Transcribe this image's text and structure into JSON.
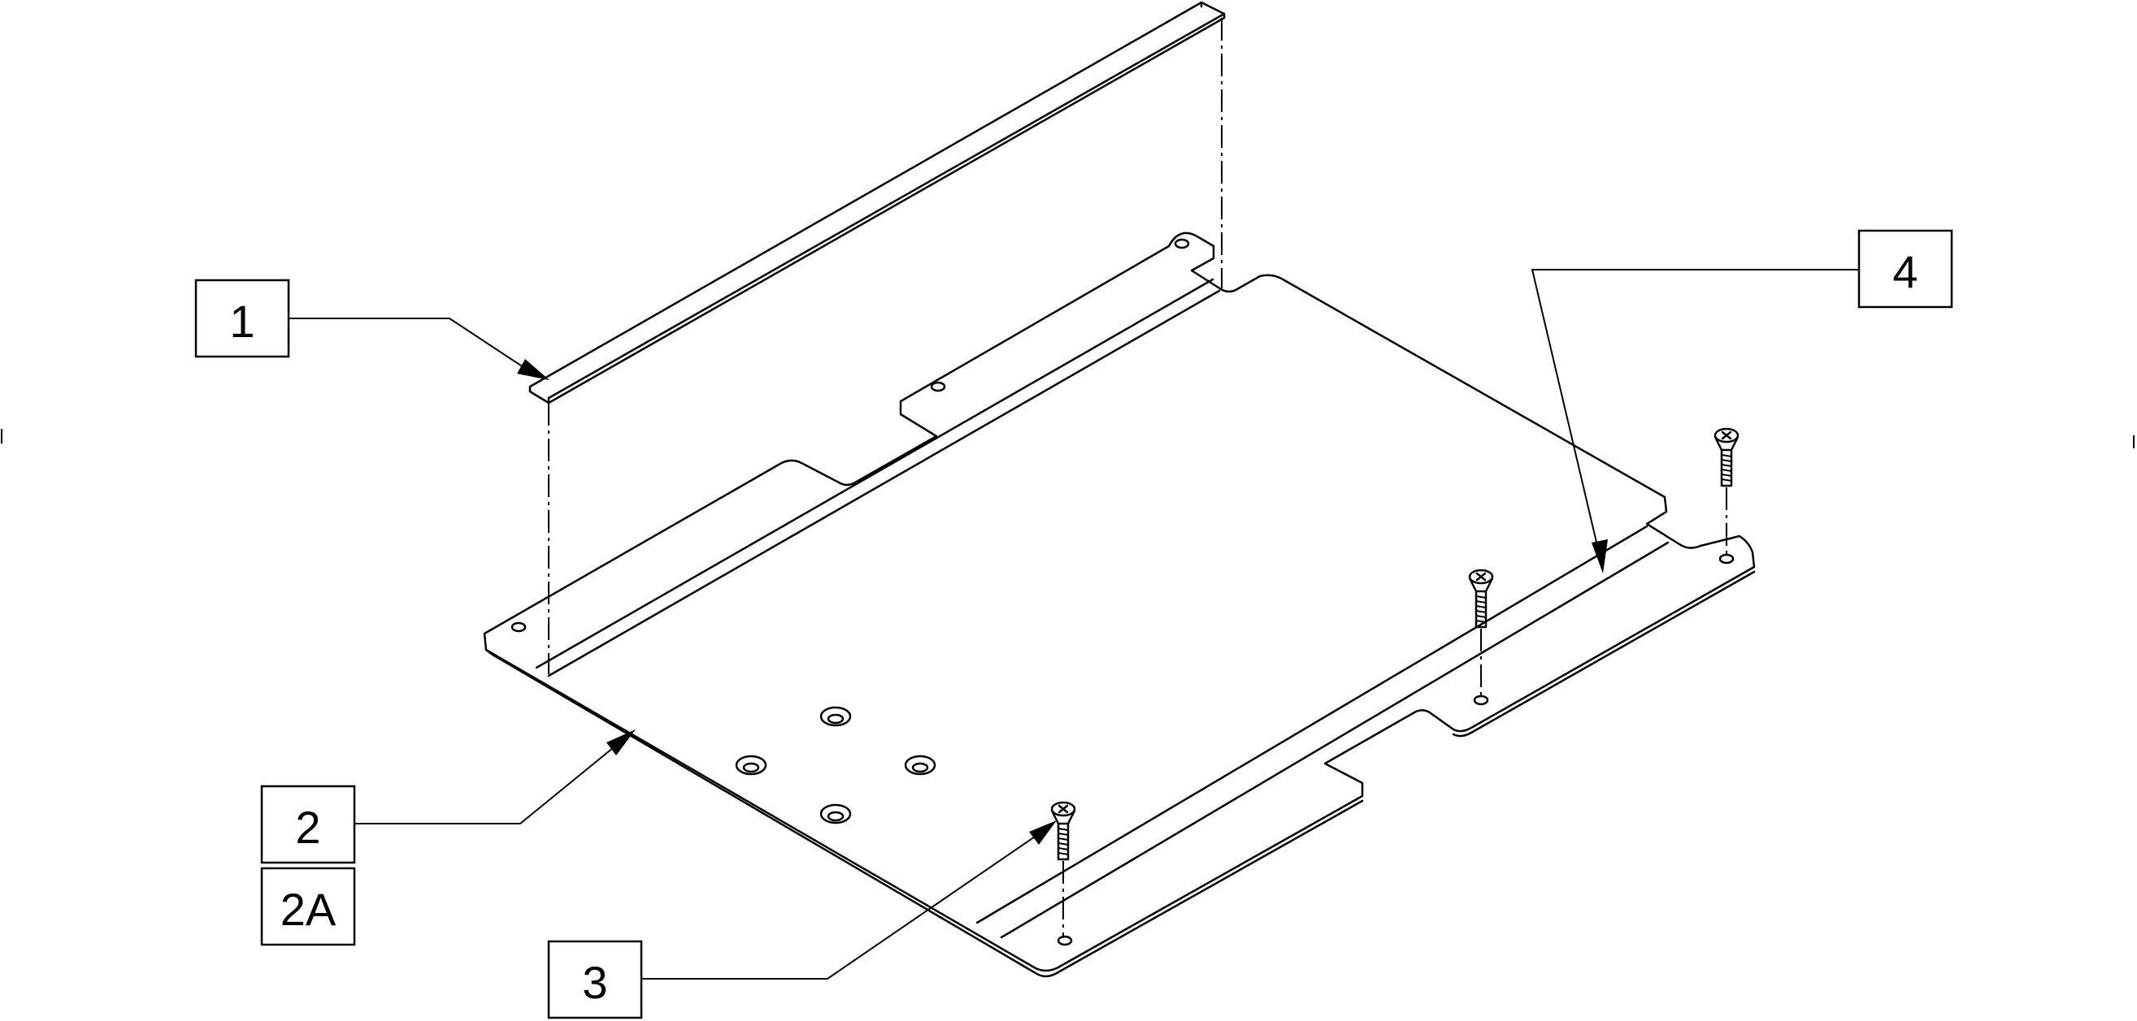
{
  "callouts": [
    {
      "id": "c1",
      "label": "1"
    },
    {
      "id": "c2",
      "label": "2"
    },
    {
      "id": "c2a",
      "label": "2A"
    },
    {
      "id": "c3",
      "label": "3"
    },
    {
      "id": "c4",
      "label": "4"
    }
  ],
  "colors": {
    "line": "#000000",
    "background": "#ffffff"
  },
  "icons": {
    "screw": "countersunk-phillips-screw-icon"
  }
}
